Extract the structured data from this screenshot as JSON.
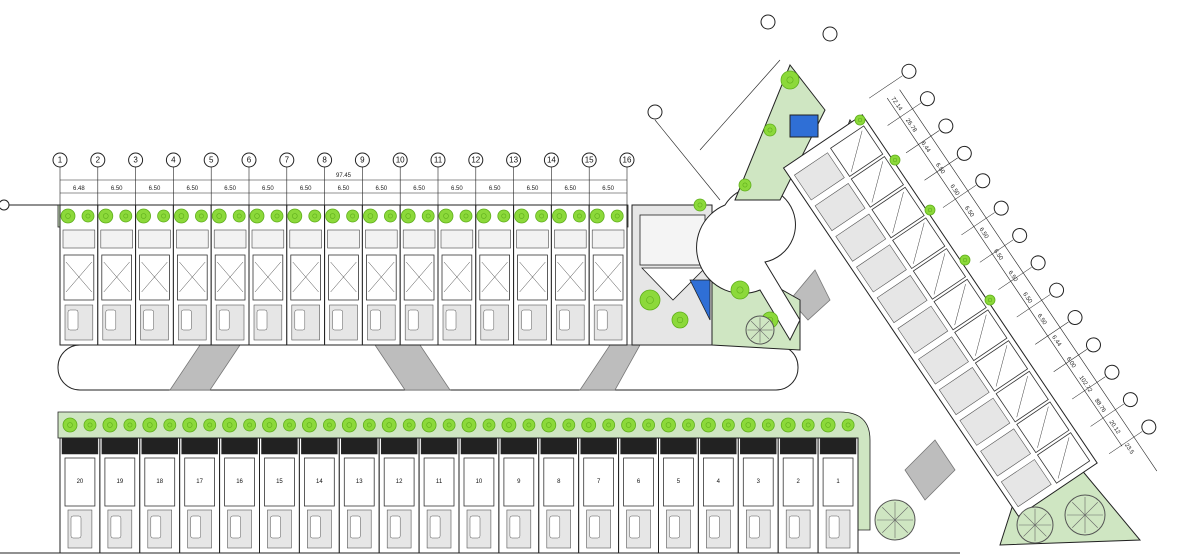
{
  "colors": {
    "lawn": "#cfe6c2",
    "tree": "#8cd93a",
    "tree_dark": "#5fae1c",
    "paving": "#e6e6e6",
    "line": "#222222",
    "water": "#2f6fd6",
    "stone": "#bdbdbd"
  },
  "top_row": {
    "grid_lines": [
      "1",
      "2",
      "3",
      "4",
      "5",
      "6",
      "7",
      "8",
      "9",
      "10",
      "11",
      "12",
      "13",
      "14",
      "15",
      "16"
    ],
    "overall_dimension": "97.45",
    "bay_dimensions": [
      "6.48",
      "6.50",
      "6.50",
      "6.50",
      "6.50",
      "6.50",
      "6.50",
      "6.50",
      "6.50",
      "6.50",
      "6.50",
      "6.50",
      "6.50",
      "6.50",
      "6.50"
    ]
  },
  "bottom_row": {
    "unit_numbers": [
      "20",
      "19",
      "18",
      "17",
      "16",
      "15",
      "14",
      "13",
      "12",
      "11",
      "10",
      "9",
      "8",
      "7",
      "6",
      "5",
      "4",
      "3",
      "2",
      "1"
    ]
  },
  "diagonal_block": {
    "dimensions": [
      "72.14",
      "26.78",
      "6.44",
      "6.50",
      "6.50",
      "6.50",
      "6.50",
      "6.50",
      "6.50",
      "6.50",
      "6.50",
      "6.44",
      "6.00",
      "102.72",
      "88.76",
      "20.12",
      "23.5"
    ]
  }
}
